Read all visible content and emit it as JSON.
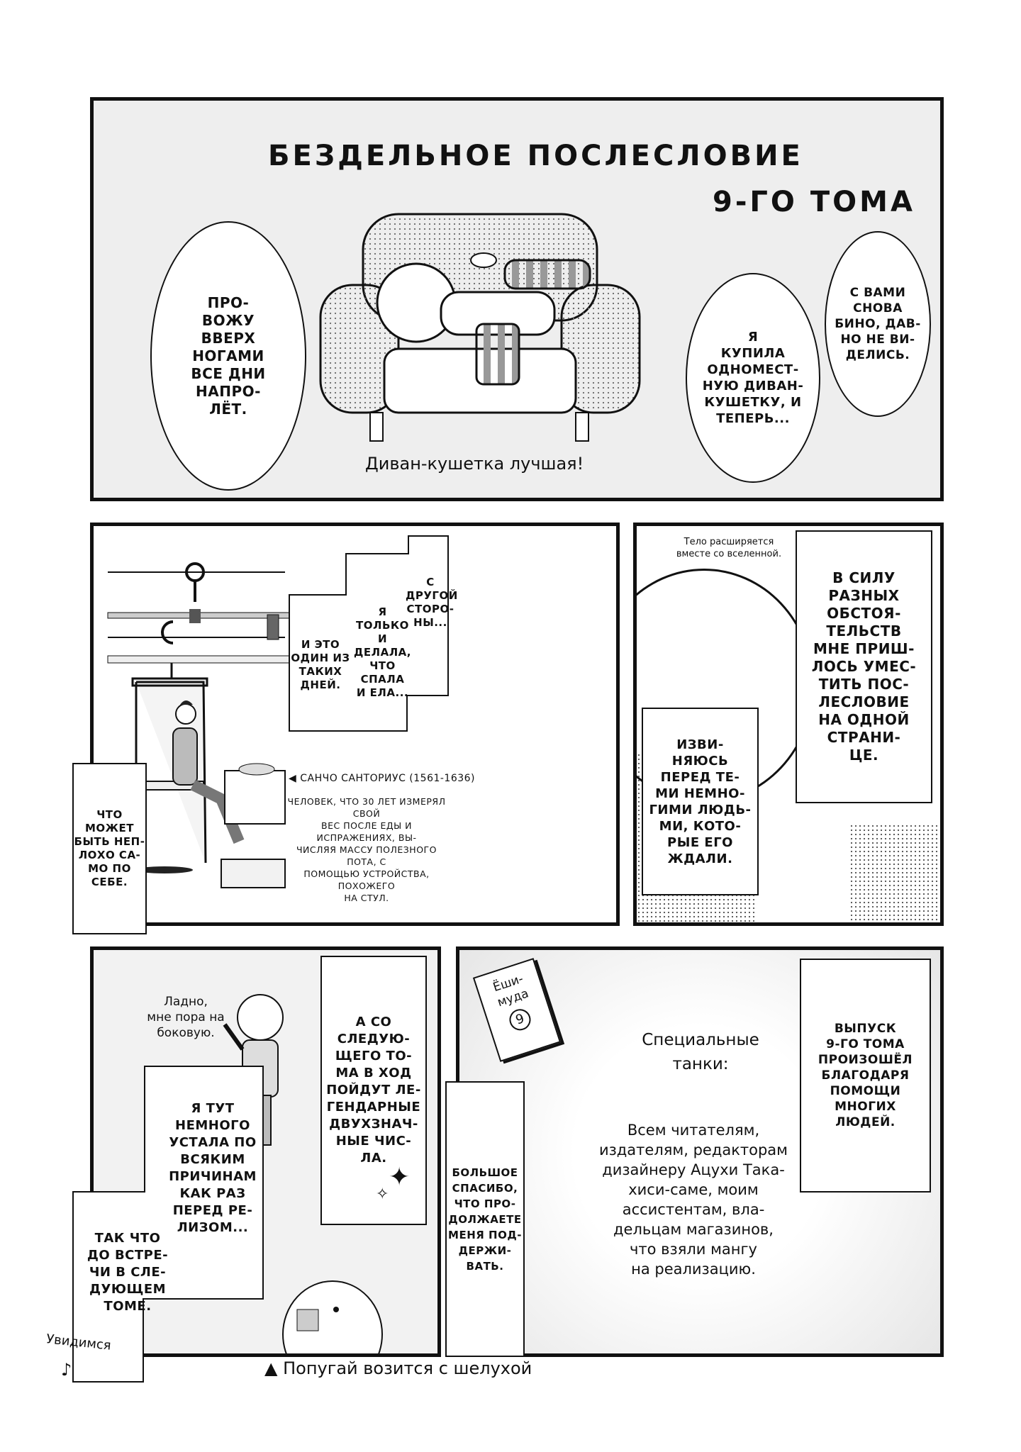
{
  "top": {
    "title": "БЕЗДЕЛЬНОЕ ПОСЛЕСЛОВИЕ",
    "subtitle": "9-ГО ТОМА",
    "bubble_left": "ПРО-\nВОЖУ\nВВЕРХ\nНОГАМИ\nВСЕ ДНИ\nНАПРО-\nЛЁТ.",
    "bubble_center": "Я\nКУПИЛА\nОДНОМЕСТ-\nНУЮ ДИВАН-\nКУШЕТКУ, И\nТЕПЕРЬ...",
    "bubble_right": "С ВАМИ\nСНОВА\nБИНО, ДАВ-\nНО НЕ ВИ-\nДЕЛИСЬ.",
    "caption": "Диван-кушетка лучшая!"
  },
  "middle_left": {
    "col1": "И ЭТО\nОДИН ИЗ\nТАКИХ\nДНЕЙ.",
    "col2": "Я\nТОЛЬКО\nИ ДЕЛАЛА,\nЧТО СПАЛА\nИ ЕЛА...",
    "col3": "С\nДРУГОЙ\nСТОРО-\nНЫ...",
    "side_box": "ЧТО\nМОЖЕТ\nБЫТЬ НЕП-\nЛОХО СА-\nМО ПО\nСЕБЕ.",
    "person_name": "САНЧО САНТОРИУС (1561-1636)",
    "person_desc": "ЧЕЛОВЕК, ЧТО 30 ЛЕТ ИЗМЕРЯЛ СВОЙ\nВЕС ПОСЛЕ ЕДЫ И ИСПРАЖЕНИЯХ, ВЫ-\nЧИСЛЯЯ МАССУ ПОЛЕЗНОГО ПОТА, С\nПОМОЩЬЮ УСТРОЙСТВА, ПОХОЖЕГО\nНА СТУЛ."
  },
  "middle_right": {
    "note": "Тело расширяется\nвместе со вселенной.",
    "box_right": "В СИЛУ\nРАЗНЫХ\nОБСТОЯ-\nТЕЛЬСТВ\nМНЕ ПРИШ-\nЛОСЬ УМЕС-\nТИТЬ ПОС-\nЛЕСЛОВИЕ\nНА ОДНОЙ\nСТРАНИ-\nЦЕ.",
    "box_left": "ИЗВИ-\nНЯЮСЬ\nПЕРЕД ТЕ-\nМИ НЕМНО-\nГИМИ ЛЮДЬ-\nМИ, КОТО-\nРЫЕ ЕГО\nЖДАЛИ."
  },
  "bottom_left": {
    "speech": "Ладно,\nмне пора на\nбоковую.",
    "box_right": "А СО\nСЛЕДУЮ-\nЩЕГО ТО-\nМА В ХОД\nПОЙДУТ ЛЕ-\nГЕНДАРНЫЕ\nДВУХЗНАЧ-\nНЫЕ ЧИС-\nЛА.",
    "box_upper": "Я ТУТ\nНЕМНОГО\nУСТАЛА ПО\nВСЯКИМ\nПРИЧИНАМ\nКАК РАЗ\nПЕРЕД РЕ-\nЛИЗОМ...",
    "box_lower": "ТАК ЧТО\nДО ВСТРЕ-\nЧИ В СЛЕ-\nДУЮЩЕМ\nТОМЕ.",
    "farewell": "Увидимся",
    "caption": "Попугай возится с шелухой"
  },
  "bottom_right": {
    "book_title": "Ёши-\nмуда",
    "book_number": "9",
    "heading": "Специальные\nтанки:",
    "thanks": "Всем читателям,\nиздателям, редакторам\nдизайнеру Ацухи Така-\nхиси-саме, моим\nассистентам, вла-\nдельцам магазинов,\nчто взяли мангу\nна реализацию.",
    "box_right": "ВЫПУСК\n9-ГО ТОМА\nПРОИЗОШЁЛ\nБЛАГОДАРЯ\nПОМОЩИ\nМНОГИХ\nЛЮДЕЙ.",
    "box_left": "БОЛЬШОЕ\nСПАСИБО,\nЧТО ПРО-\nДОЛЖАЕТЕ\nМЕНЯ ПОД-\nДЕРЖИ-\nВАТЬ."
  }
}
